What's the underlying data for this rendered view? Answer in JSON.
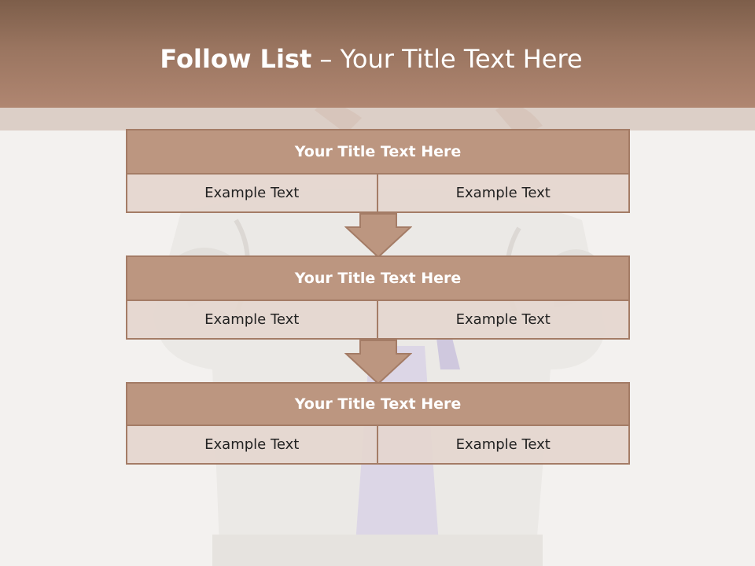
{
  "slide": {
    "title_bold": "Follow List",
    "title_rest": " – Your Title Text Here"
  },
  "steps": [
    {
      "title": "Your Title Text Here",
      "left": "Example Text",
      "right": "Example Text"
    },
    {
      "title": "Your Title Text Here",
      "left": "Example Text",
      "right": "Example Text"
    },
    {
      "title": "Your Title Text Here",
      "left": "Example Text",
      "right": "Example Text"
    }
  ],
  "colors": {
    "header_brown": "#9a7560",
    "box_fill": "#bc9680",
    "box_border": "#a47c66",
    "cell_fill": "#e4d6cf"
  }
}
